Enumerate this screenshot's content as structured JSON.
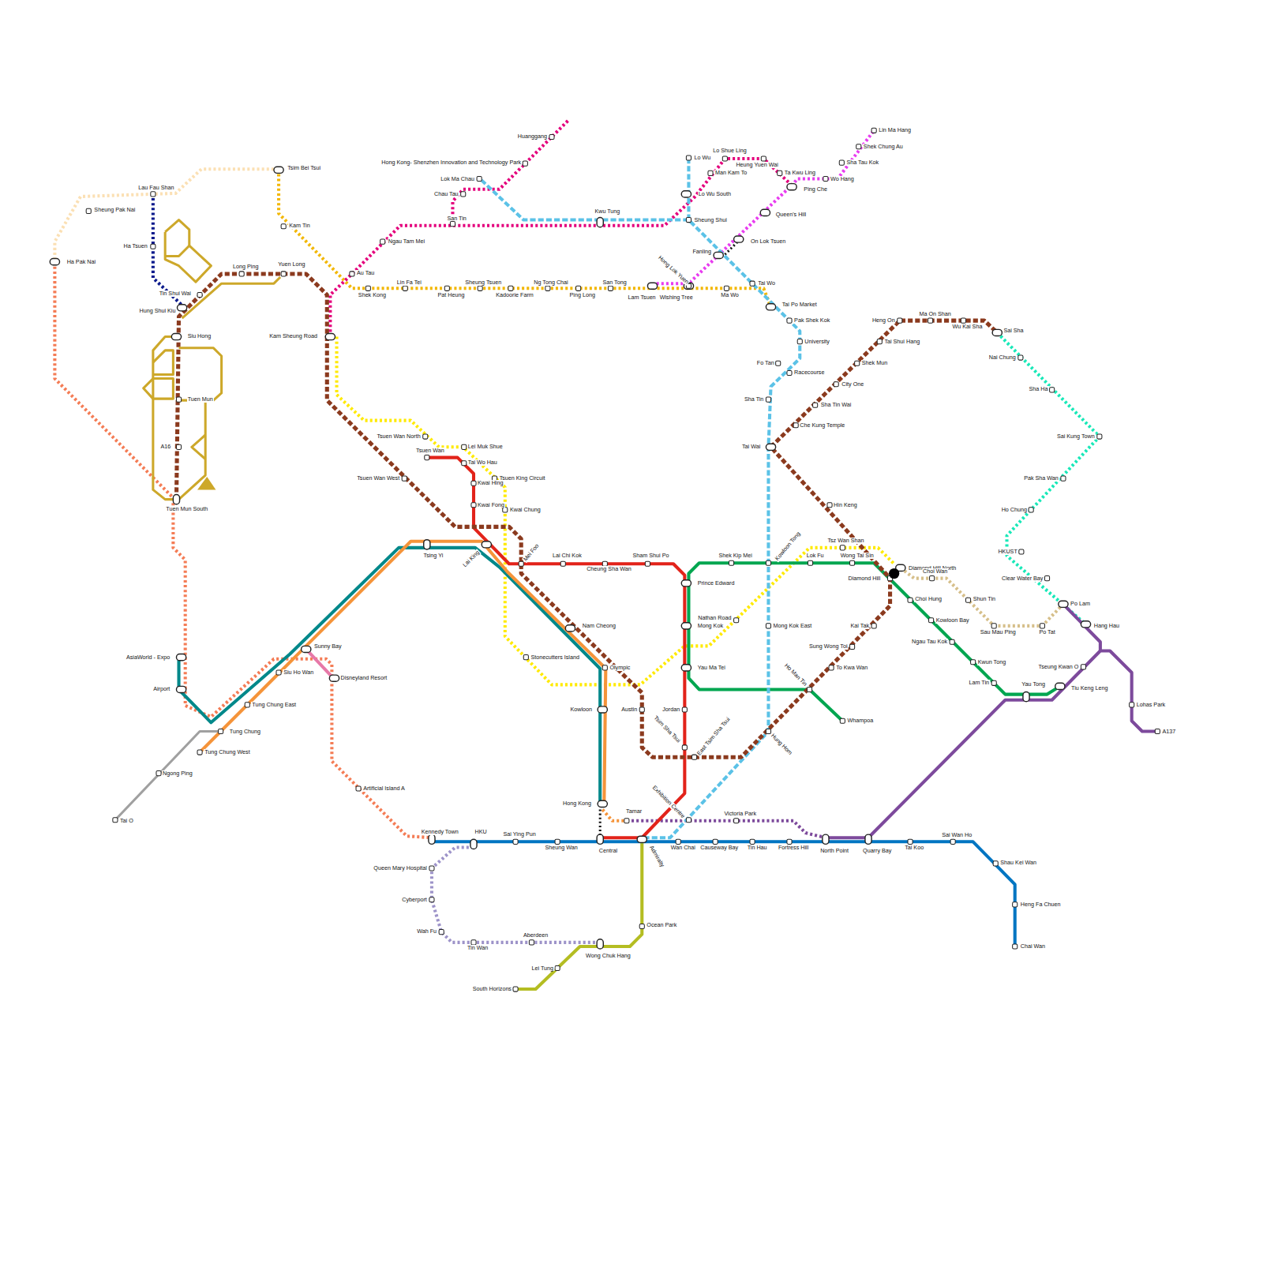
{
  "diagram": {
    "labels": [
      "Huanggang",
      "Hong Kong- Shenzhen Innovation and Technology Park",
      "Lok Ma Chau",
      "Chau Tau",
      "San Tin",
      "Kwu Tung",
      "Lo Wu",
      "Lo Shue Ling",
      "Man Kam To",
      "Heung Yuen Wai",
      "Lo Wu South",
      "Sheung Shui",
      "Ta Kwu Ling",
      "Ping Che",
      "Wo Hang",
      "Sha Tau Kok",
      "Shek Chung Au",
      "Lin Ma Hang",
      "Queen's Hill",
      "On Lok Tsuen",
      "Fanling",
      "Hong Lok Yuen",
      "Lam Tsuen",
      "Wishing Tree",
      "Ma Wo",
      "Tai Wo",
      "Tai Po Market",
      "Pak Shek Kok",
      "University",
      "Fo Tan",
      "Racecourse",
      "Sha Tin",
      "Tai Wai",
      "Tsim Bei Tsui",
      "Lau Fau Shan",
      "Sheung Pak Nai",
      "Ha Pak Nai",
      "Ha Tsuen",
      "Kam Tin",
      "Ngau Tam Mei",
      "Au Tau",
      "Long Ping",
      "Yuen Long",
      "Shek Kong",
      "Lin Fa Tei",
      "Pat Heung",
      "Sheung Tsuen",
      "Kadoorie Farm",
      "Ng Tong Chai",
      "Ping Long",
      "San Tong",
      "Tin Shui Wai",
      "Hung Shui Kiu",
      "Siu Hong",
      "Kam Sheung Road",
      "Tuen Mun",
      "A16",
      "Tuen Mun South",
      "Tsuen Wan North",
      "Lei Muk Shue",
      "Tsuen Wan",
      "Tai Wo Hau",
      "Tsuen Wan West",
      "Tsuen King Circuit",
      "Kwai Hing",
      "Kwai Fong",
      "Kwai Chung",
      "Tsing Yi",
      "Lai King",
      "Mei Foo",
      "Lai Chi Kok",
      "Cheung Sha Wan",
      "Sham Shui Po",
      "Shek Kip Mei",
      "Kowloon Tong",
      "Tsz Wan Shan",
      "Lok Fu",
      "Wong Tai Sin",
      "Diamond Hill North",
      "Diamond Hill",
      "Choi Wan",
      "Heng On",
      "Ma On Shan",
      "Wu Kai Sha",
      "Sai Sha",
      "Tai Shui Hang",
      "Shek Mun",
      "City One",
      "Sha Tin Wai",
      "Che Kung Temple",
      "Hin Keng",
      "Nai Chung",
      "Sha Ha",
      "Sai Kung Town",
      "Pak Sha Wan",
      "Ho Chung",
      "HKUST",
      "Clear Water Bay",
      "Po Lam",
      "Hang Hau",
      "Shun Tin",
      "Sau Mau Ping",
      "Po Tat",
      "Choi Hung",
      "Kowloon Bay",
      "Ngau Tau Kok",
      "Kwun Tong",
      "Lam Tin",
      "Yau Tong",
      "Tseung Kwan O",
      "Tiu Keng Leng",
      "Lohas Park",
      "A137",
      "Prince Edward",
      "Nathan Road",
      "Mong Kok",
      "Mong Kok East",
      "Kai Tak",
      "Sung Wong Toi",
      "To Kwa Wan",
      "Ho Man Tin",
      "Yau Ma Tei",
      "Whampoa",
      "Jordan",
      "Tsim Sha Tsui",
      "East Tsim Sha Tsui",
      "Hung Hom",
      "Nam Cheong",
      "Olympic",
      "Stonecutters Island",
      "Kowloon",
      "Austin",
      "Sunny Bay",
      "Siu Ho Wan",
      "Disneyland Resort",
      "AsiaWorld - Expo",
      "Airport",
      "Tung Chung East",
      "Tung Chung",
      "Tung Chung West",
      "Ngong Ping",
      "Tai O",
      "Artificial Island A",
      "Hong Kong",
      "Tamar",
      "Exhibition Centre",
      "Victoria Park",
      "Kennedy Town",
      "HKU",
      "Sai Ying Pun",
      "Sheung Wan",
      "Central",
      "Admiralty",
      "Wan Chai",
      "Causeway Bay",
      "Tin Hau",
      "Fortress Hill",
      "North Point",
      "Quarry Bay",
      "Tai Koo",
      "Sai Wan Ho",
      "Shau Kei Wan",
      "Heng Fa Chuen",
      "Chai Wan",
      "Queen Mary Hospital",
      "Cyberport",
      "Wah Fu",
      "Tin Wan",
      "Aberdeen",
      "Wong Chuk Hang",
      "Ocean Park",
      "Lei Tung",
      "South Horizons"
    ]
  }
}
